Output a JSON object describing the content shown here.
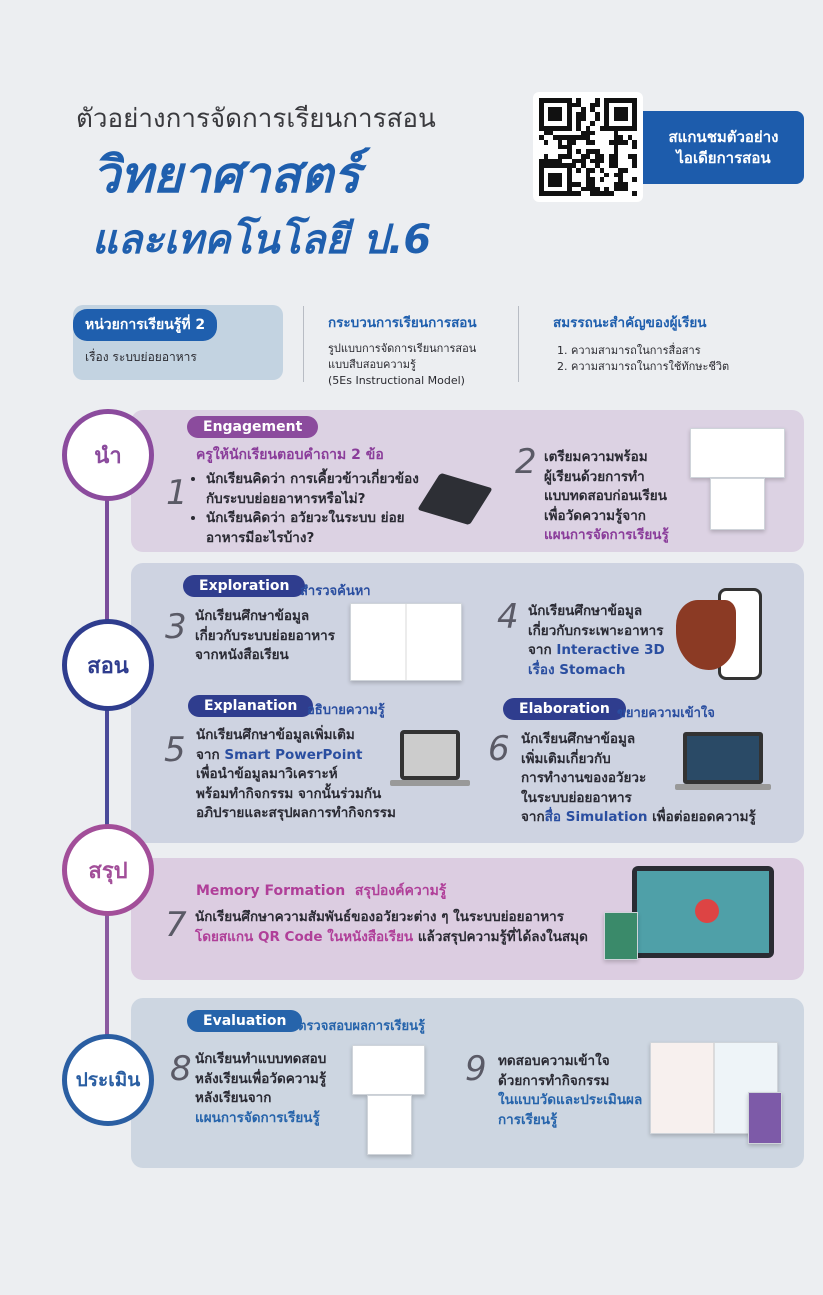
{
  "header": {
    "subtitle": "ตัวอย่างการจัดการเรียนการสอน",
    "title_line1": "วิทยาศาสตร์",
    "title_line2": "และเทคโนโลยี ป.6",
    "scan_line1": "สแกนชมตัวอย่าง",
    "scan_line2": "ไอเดียการสอน"
  },
  "info": {
    "unit_label": "หน่วยการเรียนรู้ที่ 2",
    "unit_topic": "เรื่อง ระบบย่อยอาหาร",
    "process_title": "กระบวนการเรียนการสอน",
    "process_lines": [
      "รูปแบบการจัดการเรียนการสอน",
      "แบบสืบสอบความรู้",
      "(5Es Instructional Model)"
    ],
    "competency_title": "สมรรถนะสำคัญของผู้เรียน",
    "competency_lines": [
      "1. ความสามารถในการสื่อสาร",
      "2. ความสามารถในการใช้ทักษะชีวิต"
    ]
  },
  "stages": [
    "นำ",
    "สอน",
    "สรุป",
    "ประเมิน"
  ],
  "colors": {
    "stage_nam": "#8b4b9d",
    "stage_sorn": "#2f3d8e",
    "stage_sarup": "#a24e99",
    "stage_pramern": "#2a5ea2"
  },
  "engagement": {
    "pill": "Engagement",
    "question": "ครูให้นักเรียนตอบคำถาม 2 ข้อ",
    "s1": {
      "num": "1",
      "bullets": [
        "นักเรียนคิดว่า การเคี้ยวข้าวเกี่ยวข้อง กับระบบย่อยอาหารหรือไม่?",
        "นักเรียนคิดว่า อวัยวะในระบบ ย่อยอาหารมีอะไรบ้าง?"
      ]
    },
    "s2": {
      "num": "2",
      "l1": "เตรียมความพร้อม",
      "l2": "ผู้เรียนด้วยการทำ",
      "l3": "แบบทดสอบก่อนเรียน",
      "l4": "เพื่อวัดความรู้จาก",
      "hl": "แผนการจัดการเรียนรู้"
    }
  },
  "exploration": {
    "pill": "Exploration",
    "tag": "สำรวจค้นหา",
    "s3": {
      "num": "3",
      "l1": "นักเรียนศึกษาข้อมูล",
      "l2": "เกี่ยวกับระบบย่อยอาหาร",
      "l3": "จากหนังสือเรียน"
    },
    "s4": {
      "num": "4",
      "l1": "นักเรียนศึกษาข้อมูล",
      "l2": "เกี่ยวกับกระเพาะอาหาร",
      "l3a": "จาก ",
      "l3b": "Interactive 3D",
      "l4": "เรื่อง Stomach"
    }
  },
  "explanation": {
    "pill": "Explanation",
    "tag": "อธิบายความรู้",
    "s5": {
      "num": "5",
      "l1": "นักเรียนศึกษาข้อมูลเพิ่มเติม",
      "l2a": "จาก ",
      "l2b": "Smart PowerPoint",
      "l3": "เพื่อนำข้อมูลมาวิเคราะห์",
      "l4": "พร้อมทำกิจกรรม จากนั้นร่วมกัน",
      "l5": "อภิปรายและสรุปผลการทำกิจกรรม"
    }
  },
  "elaboration": {
    "pill": "Elaboration",
    "tag": "ขยายความเข้าใจ",
    "s6": {
      "num": "6",
      "l1": "นักเรียนศึกษาข้อมูล",
      "l2": "เพิ่มเติมเกี่ยวกับ",
      "l3": "การทำงานของอวัยวะ",
      "l4": "ในระบบย่อยอาหาร",
      "l5a": "จาก",
      "l5b": "สื่อ Simulation",
      "l5c": " เพื่อต่อยอดความรู้"
    }
  },
  "memory": {
    "title": "Memory Formation",
    "tag": "สรุปองค์ความรู้",
    "s7": {
      "num": "7",
      "l1": "นักเรียนศึกษาความสัมพันธ์ของอวัยวะต่าง ๆ ในระบบย่อยอาหาร",
      "l2a": "โดยสแกน QR Code ในหนังสือเรียน",
      "l2b": " แล้วสรุปความรู้ที่ได้ลงในสมุด"
    }
  },
  "evaluation": {
    "pill": "Evaluation",
    "tag": "ตรวจสอบผลการเรียนรู้",
    "s8": {
      "num": "8",
      "l1": "นักเรียนทำแบบทดสอบ",
      "l2": "หลังเรียนเพื่อวัดความรู้",
      "l3": "หลังเรียนจาก",
      "hl": "แผนการจัดการเรียนรู้"
    },
    "s9": {
      "num": "9",
      "l1": "ทดสอบความเข้าใจ",
      "l2": "ด้วยการทำกิจกรรม",
      "hl1": "ในแบบวัดและประเมินผล",
      "hl2": "การเรียนรู้"
    }
  }
}
